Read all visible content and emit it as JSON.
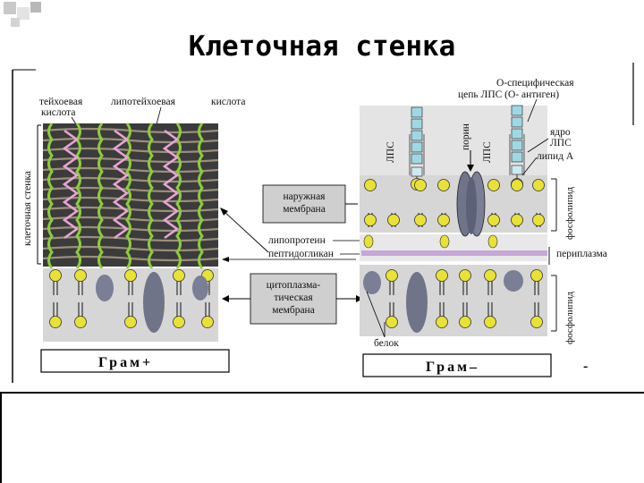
{
  "slide": {
    "title": "Клеточная стенка"
  },
  "diagram": {
    "left_panel": {
      "side_label": "клеточная стенка",
      "teichoic": "тейхоевая",
      "lipoteichoic": "липотейхоевая",
      "acid_word": "кислота",
      "acid_word_2": "кислота",
      "gram_label": "Грам+"
    },
    "center_labels": {
      "outer_membrane": [
        "наружная",
        "мембрана"
      ],
      "lipoprotein": "липопротеин",
      "peptidoglycan": "пептидогликан",
      "cytoplasmic_membrane": [
        "цитоплазма-",
        "тическая",
        "мембрана"
      ]
    },
    "right_panel": {
      "o_specific": [
        "О-специфическая",
        "цепь ЛПС (О- антиген)"
      ],
      "lps_1": "ЛПС",
      "lps_2": "ЛПС",
      "porin": "порин",
      "core": [
        "ядро",
        "ЛПС"
      ],
      "lipid_a": "липид А",
      "phospholipid_1": "фосфолипид",
      "phospholipid_2": "фосфолипид",
      "periplasm": "периплазма",
      "protein": "белок",
      "gram_label": "Грам–",
      "dash": "-"
    },
    "colors": {
      "peptidoglycan_fill": "#3b3b3b",
      "teichoic_acid": "#8ccc3a",
      "lipoteichoic_acid": "#e8a4d6",
      "lipid_head": "#e8e236",
      "membrane_bg": "#d6d6d6",
      "periplasm_band": "#c7a6d8",
      "lps_box": "#9fd8e4",
      "protein": "#7a7f96"
    }
  }
}
